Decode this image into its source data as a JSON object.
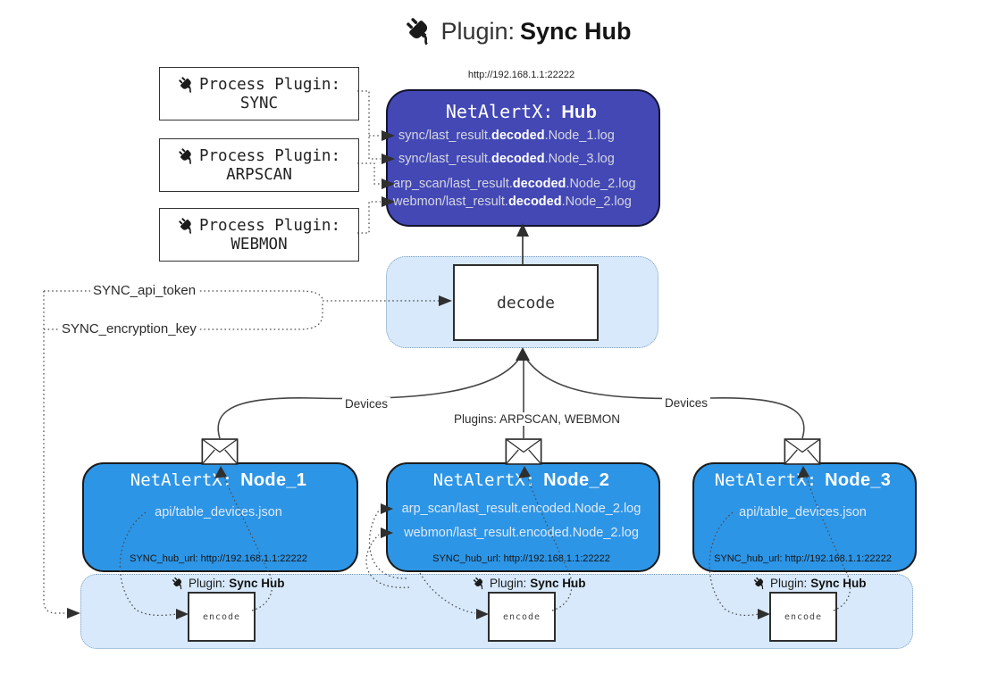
{
  "title": {
    "label": "Plugin:",
    "name": "Sync Hub"
  },
  "process_plugins": [
    {
      "label": "Process Plugin:",
      "name": "SYNC"
    },
    {
      "label": "Process Plugin:",
      "name": "ARPSCAN"
    },
    {
      "label": "Process Plugin:",
      "name": "WEBMON"
    }
  ],
  "hub": {
    "url": "http://192.168.1.1:22222",
    "title_prefix": "NetAlertX:",
    "title_name": "Hub",
    "lines": [
      {
        "pre": "sync/last_result.",
        "bold": "decoded",
        "post": ".Node_1.log"
      },
      {
        "pre": "sync/last_result.",
        "bold": "decoded",
        "post": ".Node_3.log"
      },
      {
        "pre": "arp_scan/last_result.",
        "bold": "decoded",
        "post": ".Node_2.log"
      },
      {
        "pre": "webmon/last_result.",
        "bold": "decoded",
        "post": ".Node_2.log"
      }
    ]
  },
  "decode": {
    "label": "decode"
  },
  "secrets": {
    "api_token": "SYNC_api_token",
    "encryption_key": "SYNC_encryption_key"
  },
  "edges": {
    "devices_left": "Devices",
    "plugins_middle": "Plugins: ARPSCAN, WEBMON",
    "devices_right": "Devices"
  },
  "nodes": [
    {
      "title_prefix": "NetAlertX:",
      "title_name": "Node_1",
      "lines": [
        "api/table_devices.json"
      ],
      "footer": "SYNC_hub_url: http://192.168.1.1:22222"
    },
    {
      "title_prefix": "NetAlertX:",
      "title_name": "Node_2",
      "lines": [
        "arp_scan/last_result.encoded.Node_2.log",
        "webmon/last_result.encoded.Node_2.log"
      ],
      "footer": "SYNC_hub_url: http://192.168.1.1:22222"
    },
    {
      "title_prefix": "NetAlertX:",
      "title_name": "Node_3",
      "lines": [
        "api/table_devices.json"
      ],
      "footer": "SYNC_hub_url: http://192.168.1.1:22222"
    }
  ],
  "encoders": [
    {
      "label": "Plugin:",
      "name": "Sync Hub",
      "box": "encode"
    },
    {
      "label": "Plugin:",
      "name": "Sync Hub",
      "box": "encode"
    },
    {
      "label": "Plugin:",
      "name": "Sync Hub",
      "box": "encode"
    }
  ],
  "colors": {
    "hub_bg": "#4348b5",
    "node_bg": "#2d95e6",
    "panel_bg": "#d7e9fb",
    "hub_text": "#d6d6df",
    "node_text": "#ddeafa",
    "wire": "#4c4c4c"
  }
}
